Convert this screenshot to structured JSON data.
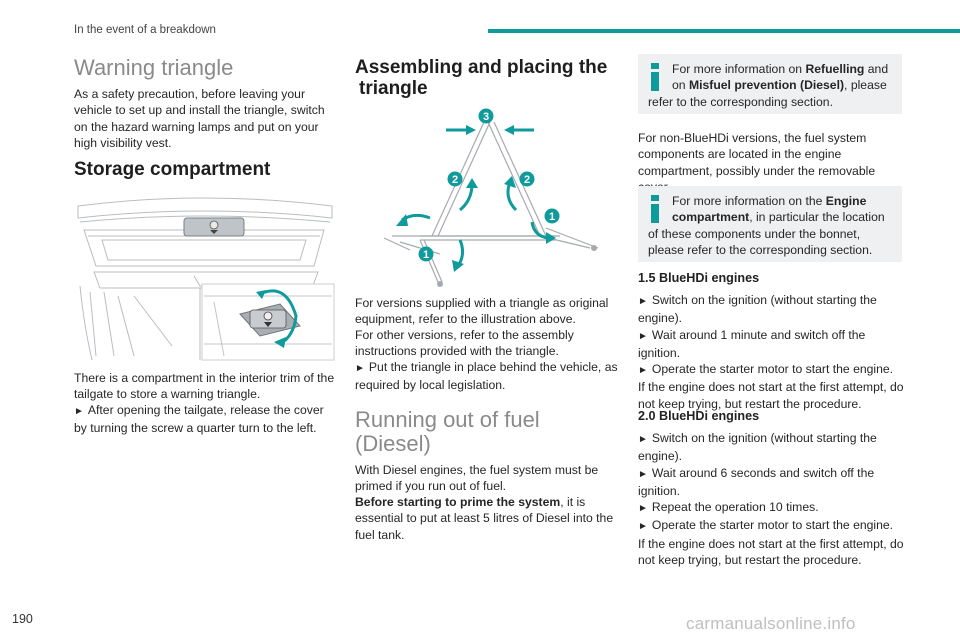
{
  "header": {
    "section_title": "In the event of a breakdown"
  },
  "page_number": "190",
  "watermark": "carmanualsonline.info",
  "colors": {
    "accent": "#0f9a9c",
    "infobox_bg": "#eef0f2"
  },
  "col1": {
    "warning_title": "Warning triangle",
    "warning_text": "As a safety precaution, before leaving your vehicle to set up and install the triangle, switch on the hazard warning lamps and put on your high visibility vest.",
    "storage_title": "Storage compartment",
    "storage_text1": "There is a compartment in the interior trim of the tailgate to store a warning triangle.",
    "storage_text2": "After opening the tailgate, release the cover by turning the screw a quarter turn to the left."
  },
  "col2": {
    "assembling_title_l1": "Assembling and placing the",
    "assembling_title_l2": "triangle",
    "markers": {
      "one": "1",
      "two": "2",
      "three": "3"
    },
    "assembling_text1": "For versions supplied with a triangle as original equipment, refer to the illustration above.",
    "assembling_text2": "For other versions, refer to the assembly instructions provided with the triangle.",
    "assembling_text3": "Put the triangle in place behind the vehicle, as required by local legislation.",
    "fuel_title_l1": "Running out of fuel",
    "fuel_title_l2": "(Diesel)",
    "fuel_text1": "With Diesel engines, the fuel system must be primed if you run out of fuel.",
    "fuel_text2_bold": "Before starting to prime the system",
    "fuel_text2_rest": ", it is essential to put at least 5 litres of Diesel into the fuel tank."
  },
  "col3": {
    "info1": {
      "pre": "For more information on ",
      "b1": "Refuelling",
      "mid": " and on ",
      "b2": "Misfuel prevention (Diesel)",
      "post": ", please refer to the corresponding section."
    },
    "nonblue_text": "For non-BlueHDi versions, the fuel system components are located in the engine compartment, possibly under the removable cover.",
    "info2": {
      "pre": "For more information on the ",
      "b1": "Engine compartment",
      "post": ", in particular the location of these components under the bonnet, please refer to the corresponding section."
    },
    "bluehdi15": {
      "title": "1.5 BlueHDi engines",
      "s1": "Switch on the ignition (without starting the engine).",
      "s2": "Wait around 1 minute and switch off the ignition.",
      "s3": "Operate the starter motor to start the engine.",
      "note": "If the engine does not start at the first attempt, do not keep trying, but restart the procedure."
    },
    "bluehdi20": {
      "title": "2.0 BlueHDi engines",
      "s1": "Switch on the ignition (without starting the engine).",
      "s2": "Wait around 6 seconds and switch off the ignition.",
      "s3": "Repeat the operation 10 times.",
      "s4": "Operate the starter motor to start the engine.",
      "note": "If the engine does not start at the first attempt, do not keep trying, but restart the procedure."
    },
    "arrow_glyph": "►"
  }
}
